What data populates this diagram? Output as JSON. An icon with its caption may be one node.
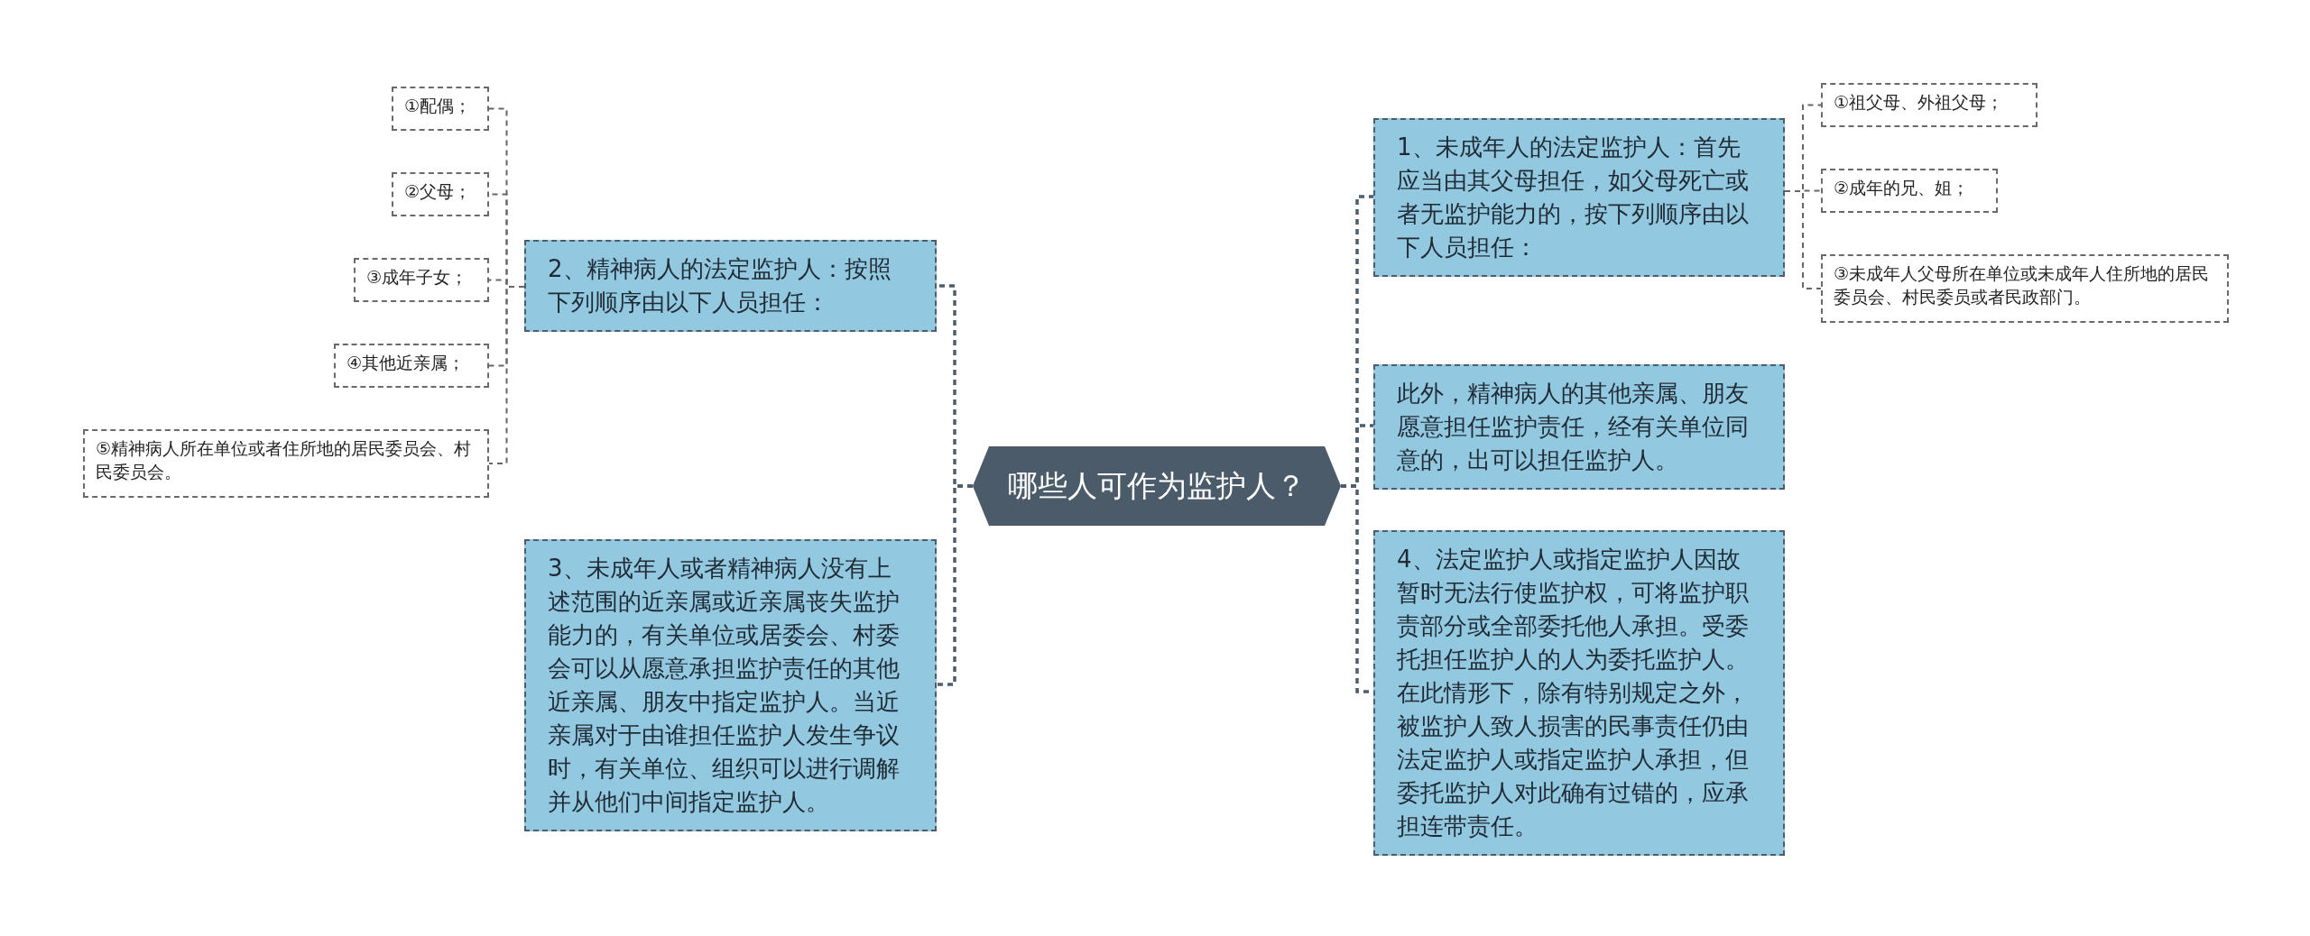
{
  "diagram": {
    "nodes": [
      {
        "text": [
          "哪些人可作为监护人？"
        ]
      },
      {
        "text": [
          "1、未成年人的法定监护人：首先应当由其父母担任，如父母死亡或者无监护能力的，按下列顺序由以下人员担任："
        ]
      },
      {
        "text": [
          "①祖父母、外祖父母；"
        ]
      },
      {
        "text": [
          "②成年的兄、姐；"
        ]
      },
      {
        "text": [
          "③未成年人父母所在单位或未成年人住所地的居民委员会、村民委员或者民政部门。"
        ]
      },
      {
        "text": [
          "此外，精神病人的其他亲属、朋友愿意担任监护责任，经有关单位同意的，出可以担任监护人。"
        ]
      },
      {
        "text": [
          "4、法定监护人或指定监护人因故暂时无法行使监护权，可将监护职责部分或全部委托他人承担。受委托担任监护人的人为委托监护人。在此情形下，除有特别规定之外，被监护人致人损害的民事责任仍由法定监护人或指定监护人承担，但委托监护人对此确有过错的，应承担连带责任。"
        ]
      },
      {
        "text": [
          "2、精神病人的法定监护人：按照下列顺序由以下人员担任："
        ]
      },
      {
        "text": [
          "①配偶；"
        ]
      },
      {
        "text": [
          "②父母；"
        ]
      },
      {
        "text": [
          "③成年子女；"
        ]
      },
      {
        "text": [
          "④其他近亲属；"
        ]
      },
      {
        "text": [
          "⑤精神病人所在单位或者住所地的居民委员会、村民委员会。"
        ]
      },
      {
        "text": [
          "3、未成年人或者精神病人没有上述范围的近亲属或近亲属丧失监护能力的，有关单位或居委会、村委会可以从愿意承担监护责任的其他近亲属、朋友中指定监护人。当近亲属对于由谁担任监护人发生争议时，有关单位、组织可以进行调解并从他们中间指定监护人。"
        ]
      }
    ],
    "edges": [
      {
        "from": 0,
        "to": 1,
        "arrow": "none",
        "style": "dashed"
      },
      {
        "from": 1,
        "to": 2,
        "arrow": "none",
        "style": "dashed"
      },
      {
        "from": 1,
        "to": 3,
        "arrow": "none",
        "style": "dashed"
      },
      {
        "from": 1,
        "to": 4,
        "arrow": "none",
        "style": "dashed"
      },
      {
        "from": 0,
        "to": 5,
        "arrow": "none",
        "style": "dashed"
      },
      {
        "from": 0,
        "to": 6,
        "arrow": "none",
        "style": "dashed"
      },
      {
        "from": 0,
        "to": 7,
        "arrow": "none",
        "style": "dashed"
      },
      {
        "from": 7,
        "to": 8,
        "arrow": "none",
        "style": "dashed"
      },
      {
        "from": 7,
        "to": 9,
        "arrow": "none",
        "style": "dashed"
      },
      {
        "from": 7,
        "to": 10,
        "arrow": "none",
        "style": "dashed"
      },
      {
        "from": 7,
        "to": 11,
        "arrow": "none",
        "style": "dashed"
      },
      {
        "from": 7,
        "to": 12,
        "arrow": "none",
        "style": "dashed"
      },
      {
        "from": 0,
        "to": 13,
        "arrow": "none",
        "style": "dashed"
      }
    ]
  }
}
